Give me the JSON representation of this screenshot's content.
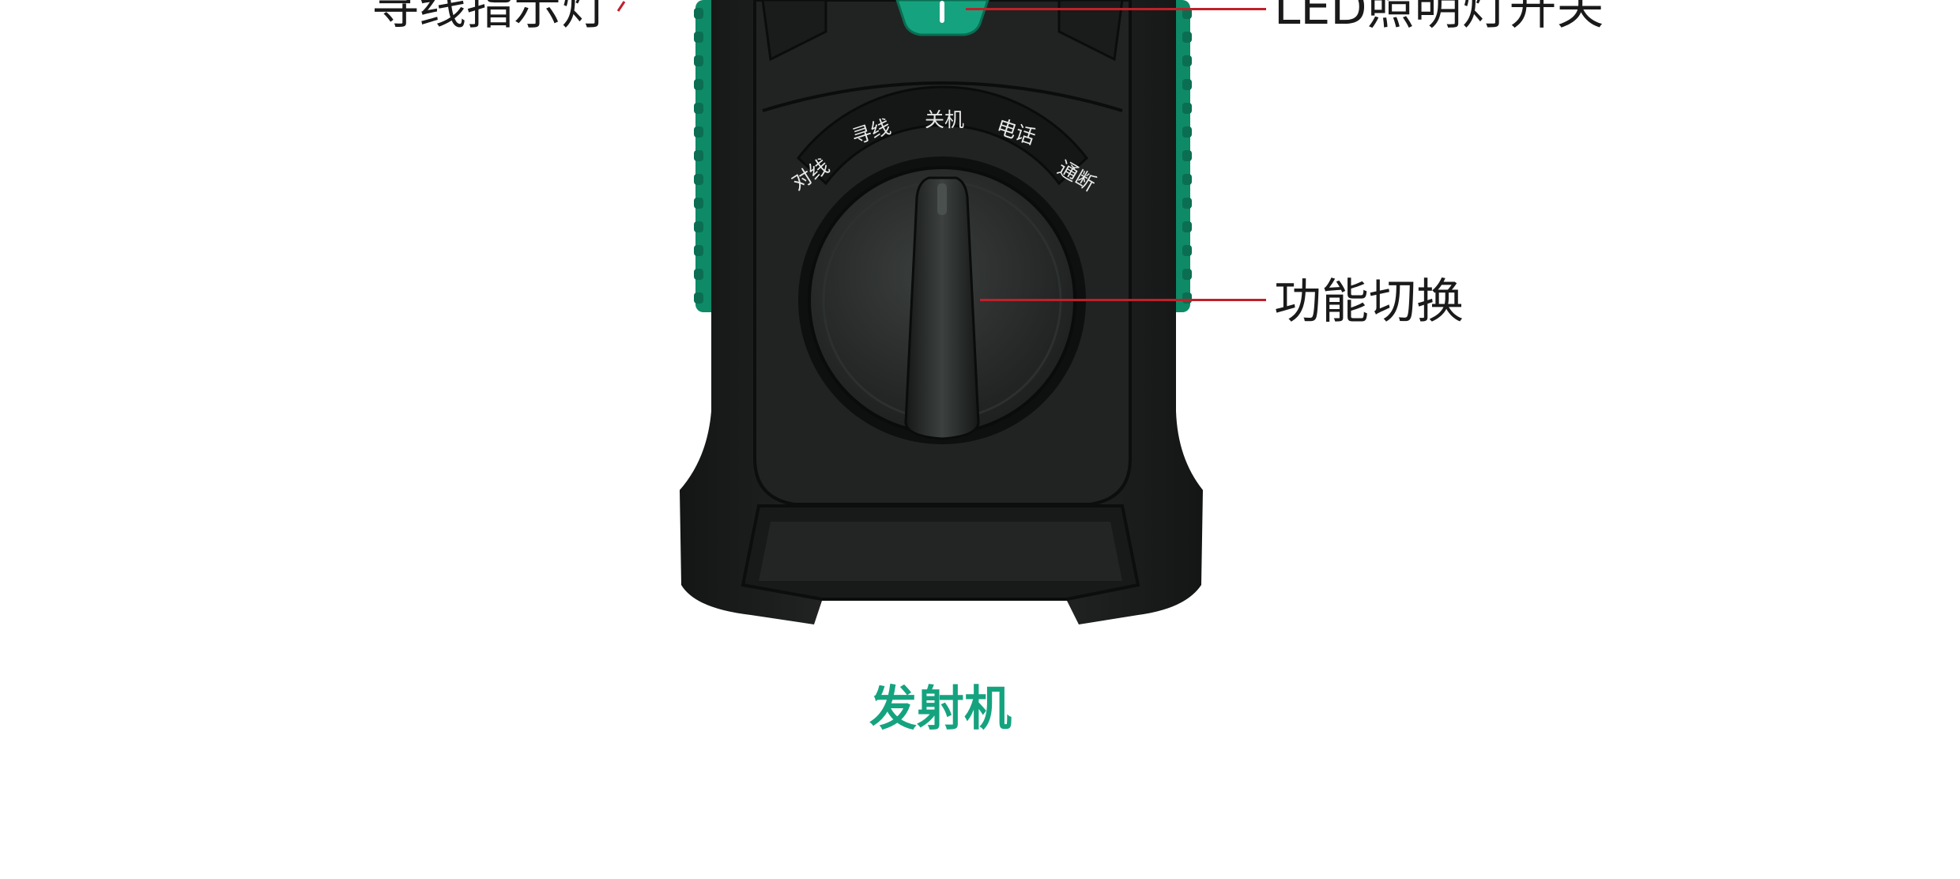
{
  "labels": {
    "wire_tracing_indicator": "寻线指示灯",
    "led_light_switch": "LED照明灯开关",
    "function_switch": "功能切换"
  },
  "dial_modes": [
    "对线",
    "寻线",
    "关机",
    "电话",
    "通断"
  ],
  "device_name": "发射机",
  "colors": {
    "accent_green": "#15a37f",
    "body_dark": "#1c1f1e",
    "grip_green": "#0e8a66",
    "callout_red": "#c0202a"
  }
}
